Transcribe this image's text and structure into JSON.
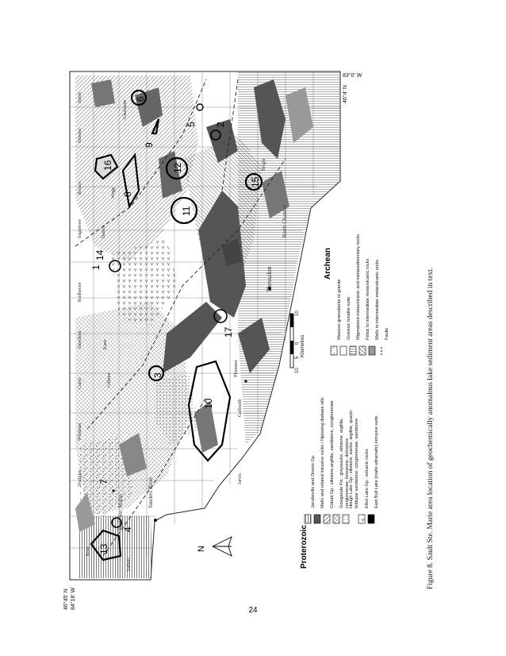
{
  "figure": {
    "caption": "Figure 8. Sault Ste. Marie area location of geochemically anomalous lake sediment areas described in text.",
    "page_number": "24"
  },
  "coordinates": {
    "top_right_lon": "83°0' W",
    "top_right_lat": "46°4' N",
    "bottom_left_lat": "46°45' N",
    "bottom_left_lon": "84°18' W"
  },
  "north_arrow": "N",
  "scale_bar": {
    "ticks": [
      "10",
      "5",
      "0",
      "10"
    ],
    "unit": "Kilometres"
  },
  "place_names": {
    "sault_ste_marie": "Sault Ste. Marie",
    "sanders_river": "Sanders River",
    "thessalon": "Thessalon",
    "north_channel": "North Channel"
  },
  "townships": [
    "Hodgins",
    "Whitman",
    "Curtis",
    "Aberdeen",
    "Kane",
    "Gillmor",
    "Rudhaven",
    "Dutton",
    "Sagamore",
    "Wagg",
    "Ressex",
    "Simons",
    "Street",
    "Rose",
    "Tarbutt",
    "Jarvis",
    "Galbraith",
    "Bright",
    "Gladstone",
    "Plummer"
  ],
  "anomaly_areas": [
    "1",
    "2",
    "3",
    "4",
    "5",
    "6",
    "7",
    "8",
    "9",
    "10",
    "11",
    "12",
    "13",
    "14",
    "15",
    "16",
    "17"
  ],
  "legend": {
    "proterozoic_title": "Proterozoic",
    "proterozoic_items": [
      {
        "label": "Jacobsville and Oronto Gp.",
        "pattern": "vlines"
      },
      {
        "label": "Mafic and related intrusive rocks / Nipissing diabase sills",
        "pattern": "darkgray"
      },
      {
        "label": "Cobalt Gp.: siltstone,argillite, sandstone, conglomerate",
        "pattern": "diag"
      },
      {
        "label": "Gowganda Fm.: greywacke, siltstone, argillite, conglomerate, limestone, dolostone",
        "pattern": "crossdiag"
      },
      {
        "label": "Hough Lake Gp.: siltstone, wacke, argillite, quartz-feldspar sandstone, conglomerate, sandstone",
        "pattern": "dots"
      },
      {
        "label": "Elliot Lake Gp.: volcanic rocks",
        "pattern": "vees"
      },
      {
        "label": "East Bull Lake (mafic-ultramafic) intrusive suite",
        "pattern": "black"
      }
    ],
    "archean_title": "Archean",
    "archean_items": [
      {
        "label": "Massive granodiorite to granite",
        "pattern": "ticks"
      },
      {
        "label": "Gneissic tonalite suite",
        "pattern": "blank"
      },
      {
        "label": "Migmatized metavolcanic and metasedimentary rocks",
        "pattern": "hlines"
      },
      {
        "label": "Felsic to intermediate metavolcanic rocks",
        "pattern": "fdiag"
      },
      {
        "label": "Mafic to intermediate metavolcanic rocks",
        "pattern": "gray"
      },
      {
        "label": "Faults",
        "pattern": "dashline"
      }
    ]
  },
  "colors": {
    "dark_unit": "#555555",
    "mid_unit": "#9a9a9a",
    "line": "#222222"
  }
}
